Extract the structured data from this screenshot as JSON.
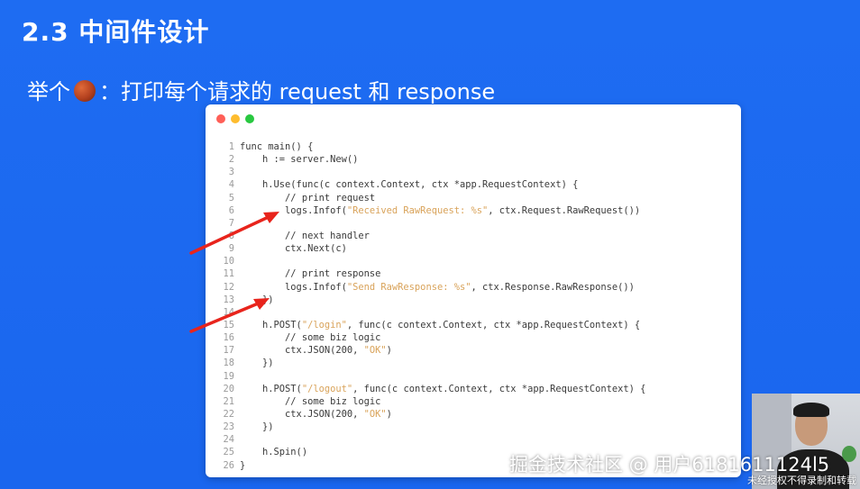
{
  "slide": {
    "title": "2.3 中间件设计",
    "subtitle_prefix": "举个",
    "subtitle_suffix": "：打印每个请求的 request 和 response",
    "emoji_icon": "basketball-icon"
  },
  "code_window": {
    "lines": [
      {
        "n": "1",
        "segments": [
          {
            "t": "func main() {",
            "c": "#3a3a3a"
          }
        ]
      },
      {
        "n": "2",
        "segments": [
          {
            "t": "    h := server.New()",
            "c": "#3a3a3a"
          }
        ]
      },
      {
        "n": "3",
        "segments": [
          {
            "t": "",
            "c": "#3a3a3a"
          }
        ]
      },
      {
        "n": "4",
        "segments": [
          {
            "t": "    h.Use(func(c context.Context, ctx *app.RequestContext) {",
            "c": "#3a3a3a"
          }
        ]
      },
      {
        "n": "5",
        "segments": [
          {
            "t": "        // print request",
            "c": "#3a3a3a"
          }
        ]
      },
      {
        "n": "6",
        "segments": [
          {
            "t": "        logs.Infof(",
            "c": "#3a3a3a"
          },
          {
            "t": "\"Received RawRequest: %s\"",
            "c": "#d9a35a"
          },
          {
            "t": ", ctx.Request.RawRequest())",
            "c": "#3a3a3a"
          }
        ]
      },
      {
        "n": "7",
        "segments": [
          {
            "t": "",
            "c": "#3a3a3a"
          }
        ]
      },
      {
        "n": "8",
        "segments": [
          {
            "t": "        // next handler",
            "c": "#3a3a3a"
          }
        ]
      },
      {
        "n": "9",
        "segments": [
          {
            "t": "        ctx.Next(c)",
            "c": "#3a3a3a"
          }
        ]
      },
      {
        "n": "10",
        "segments": [
          {
            "t": "",
            "c": "#3a3a3a"
          }
        ]
      },
      {
        "n": "11",
        "segments": [
          {
            "t": "        // print response",
            "c": "#3a3a3a"
          }
        ]
      },
      {
        "n": "12",
        "segments": [
          {
            "t": "        logs.Infof(",
            "c": "#3a3a3a"
          },
          {
            "t": "\"Send RawResponse: %s\"",
            "c": "#d9a35a"
          },
          {
            "t": ", ctx.Response.RawResponse())",
            "c": "#3a3a3a"
          }
        ]
      },
      {
        "n": "13",
        "segments": [
          {
            "t": "    })",
            "c": "#3a3a3a"
          }
        ]
      },
      {
        "n": "14",
        "segments": [
          {
            "t": "",
            "c": "#3a3a3a"
          }
        ]
      },
      {
        "n": "15",
        "segments": [
          {
            "t": "    h.POST(",
            "c": "#3a3a3a"
          },
          {
            "t": "\"/login\"",
            "c": "#d9a35a"
          },
          {
            "t": ", func(c context.Context, ctx *app.RequestContext) {",
            "c": "#3a3a3a"
          }
        ]
      },
      {
        "n": "16",
        "segments": [
          {
            "t": "        // some biz logic",
            "c": "#3a3a3a"
          }
        ]
      },
      {
        "n": "17",
        "segments": [
          {
            "t": "        ctx.JSON(200, ",
            "c": "#3a3a3a"
          },
          {
            "t": "\"OK\"",
            "c": "#d9a35a"
          },
          {
            "t": ")",
            "c": "#3a3a3a"
          }
        ]
      },
      {
        "n": "18",
        "segments": [
          {
            "t": "    })",
            "c": "#3a3a3a"
          }
        ]
      },
      {
        "n": "19",
        "segments": [
          {
            "t": "",
            "c": "#3a3a3a"
          }
        ]
      },
      {
        "n": "20",
        "segments": [
          {
            "t": "    h.POST(",
            "c": "#3a3a3a"
          },
          {
            "t": "\"/logout\"",
            "c": "#d9a35a"
          },
          {
            "t": ", func(c context.Context, ctx *app.RequestContext) {",
            "c": "#3a3a3a"
          }
        ]
      },
      {
        "n": "21",
        "segments": [
          {
            "t": "        // some biz logic",
            "c": "#3a3a3a"
          }
        ]
      },
      {
        "n": "22",
        "segments": [
          {
            "t": "        ctx.JSON(200, ",
            "c": "#3a3a3a"
          },
          {
            "t": "\"OK\"",
            "c": "#d9a35a"
          },
          {
            "t": ")",
            "c": "#3a3a3a"
          }
        ]
      },
      {
        "n": "23",
        "segments": [
          {
            "t": "    })",
            "c": "#3a3a3a"
          }
        ]
      },
      {
        "n": "24",
        "segments": [
          {
            "t": "",
            "c": "#3a3a3a"
          }
        ]
      },
      {
        "n": "25",
        "segments": [
          {
            "t": "    h.Spin()",
            "c": "#3a3a3a"
          }
        ]
      },
      {
        "n": "26",
        "segments": [
          {
            "t": "}",
            "c": "#3a3a3a"
          }
        ]
      }
    ]
  },
  "annotations": {
    "arrow_color": "#e8241c"
  },
  "watermark": {
    "main": "掘金技术社区 @ 用户6181611124l5",
    "sub": "未经授权不得录制和转载"
  },
  "colors": {
    "background": "#1f6bf0",
    "string": "#d9a35a",
    "arrow": "#e8241c"
  }
}
